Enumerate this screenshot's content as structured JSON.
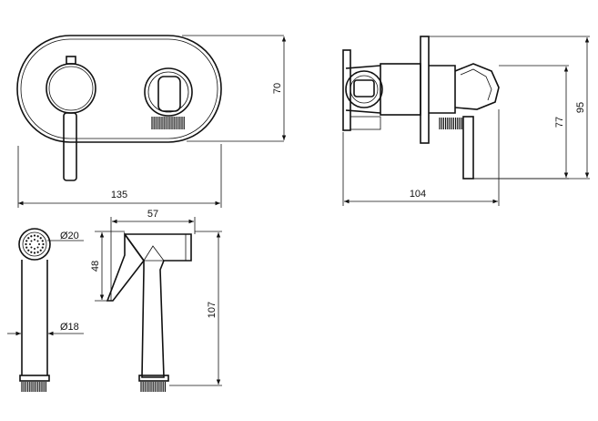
{
  "drawing": {
    "front_view": {
      "width_label": "135",
      "height_label": "70"
    },
    "side_view": {
      "depth_label": "104",
      "height_a_label": "77",
      "height_b_label": "95"
    },
    "handshower_end": {
      "head_dia_label": "Ø20",
      "body_dia_label": "Ø18"
    },
    "handshower_side": {
      "length_label": "57",
      "angle_label": "48",
      "height_label": "107"
    }
  }
}
